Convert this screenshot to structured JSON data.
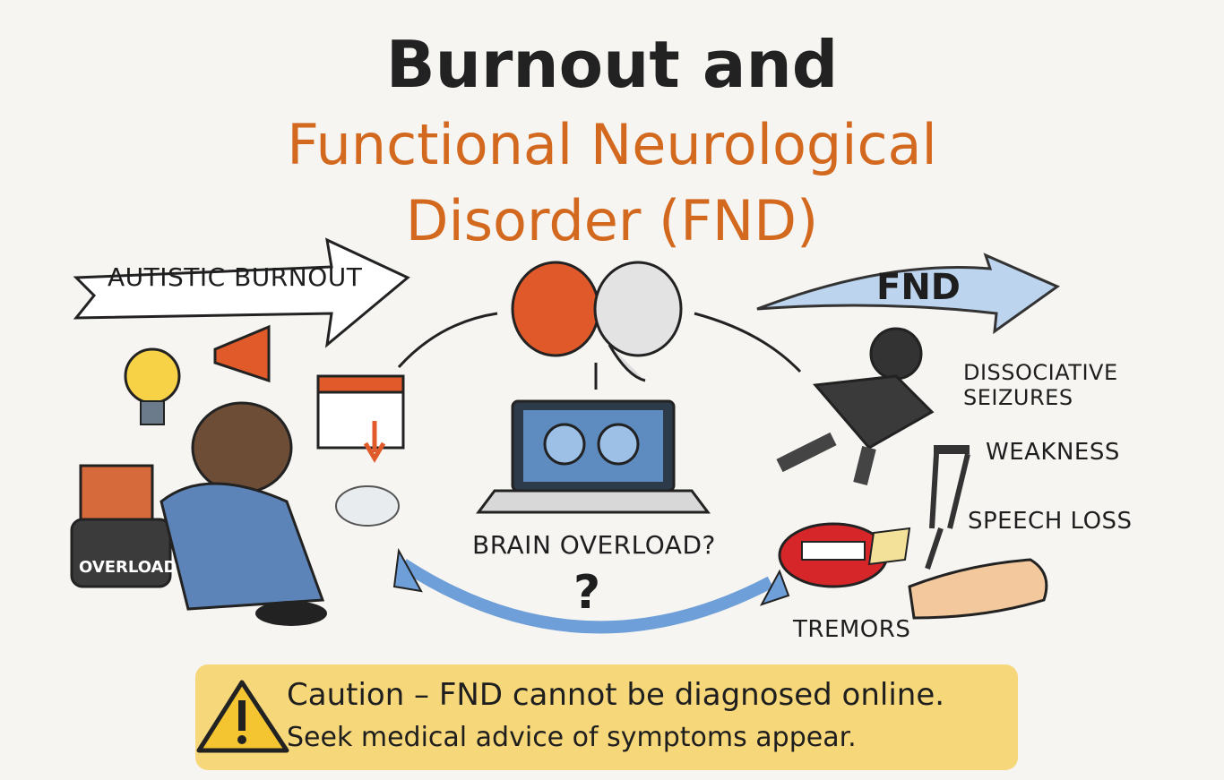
{
  "title": {
    "line1": "Burnout and",
    "line2": "Functional Neurological",
    "line3": "Disorder (FND)"
  },
  "banners": {
    "left": "AUTISTIC BURNOUT",
    "right": "FND"
  },
  "left_panel": {
    "backpack_label": "OVERLOAD"
  },
  "center": {
    "question": "BRAIN OVERLOAD?",
    "question_mark": "?"
  },
  "symptoms": [
    {
      "label": "DISSOCIATIVE SEIZURES"
    },
    {
      "label": "WEAKNESS"
    },
    {
      "label": "SPEECH LOSS"
    },
    {
      "label": "TREMORS"
    }
  ],
  "caution": {
    "line1": "Caution – FND cannot be diagnosed online.",
    "line2": "Seek medical advice of symptoms appear."
  },
  "colors": {
    "accent_orange": "#d3691f",
    "caution_yellow": "#f6d77a",
    "arrow_blue": "#6f9fd8"
  }
}
